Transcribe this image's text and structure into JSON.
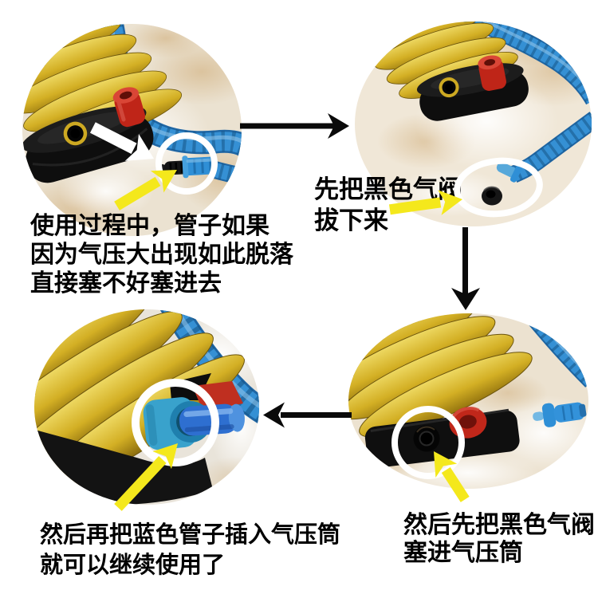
{
  "graphic": {
    "type": "product-usage-instructions",
    "language": "zh-CN",
    "subject": "foot-pump-hose-reattachment-steps"
  },
  "colors": {
    "background": "#ffffff",
    "text_black": "#000000",
    "flow_arrow_black": "#0a0a0a",
    "pointer_yellow": "#f4e81c",
    "pointer_white": "#ffffff",
    "ring_white": "#ffffff",
    "pump_yellow": "#d9b92c",
    "pump_base_black": "#141414",
    "nozzle_red": "#c8281a",
    "hose_blue": "#3590d4",
    "connector_teal": "#39a2cc",
    "tube_blue": "#2e6fd0",
    "floor_cream": "#ece2d1",
    "floor_tan": "#d8b88c"
  },
  "steps": [
    {
      "id": "problem",
      "photo": "pump-with-hose-connector-detached",
      "caption_lines": [
        "使用过程中，管子如果",
        "因为气压大出现如此脱落",
        "直接塞不好塞进去"
      ]
    },
    {
      "id": "step-1",
      "photo": "black-valve-pulled-out",
      "caption_lines": [
        "先把黑色气阀",
        "拔下来"
      ]
    },
    {
      "id": "step-2",
      "photo": "black-valve-plugged-into-barrel",
      "caption_lines": [
        "然后先把黑色气阀",
        "塞进气压筒"
      ]
    },
    {
      "id": "step-3",
      "photo": "blue-tube-inserted-back",
      "caption_lines": [
        "然后再把蓝色管子插入气压筒",
        "就可以继续使用了"
      ]
    }
  ]
}
